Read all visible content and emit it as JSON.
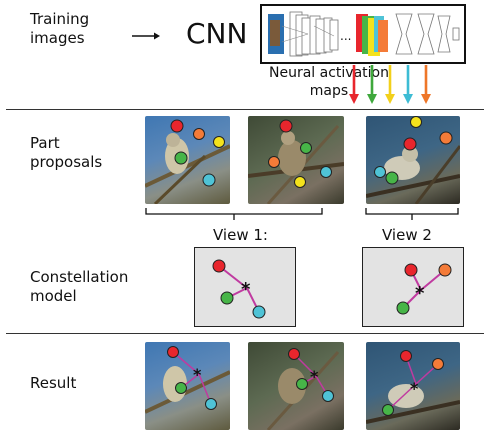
{
  "labels": {
    "training": "Training\nimages",
    "cnn": "CNN",
    "neural_maps": "Neural activation\nmaps",
    "part_proposals": "Part\nproposals",
    "constellation": "Constellation\nmodel",
    "result": "Result",
    "view1": "View 1:",
    "view2": "View 2"
  },
  "colors": {
    "red": "#e8262d",
    "green": "#47b548",
    "yellow": "#f4e21c",
    "cyan": "#4fc3d6",
    "orange": "#f47b38",
    "magenta": "#c03aa0",
    "arrow_red": "#e8262d",
    "arrow_green": "#3fa83c",
    "arrow_yellow": "#f2d01b",
    "arrow_cyan": "#3dbcd4",
    "arrow_orange": "#ee7628"
  },
  "icons": {
    "star": "★"
  }
}
